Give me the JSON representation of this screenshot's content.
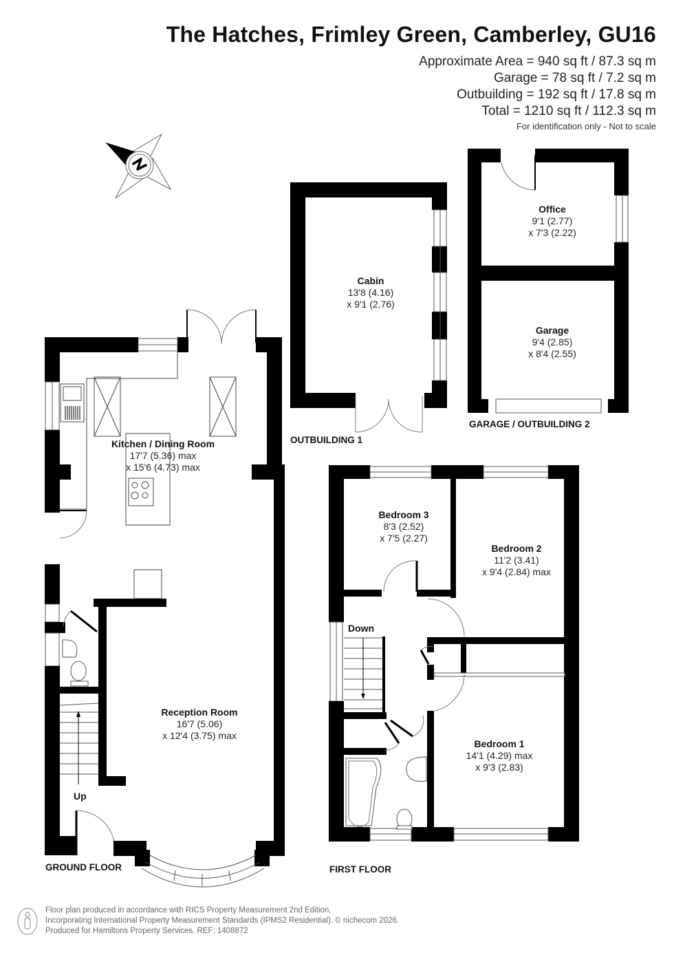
{
  "header": {
    "title": "The Hatches, Frimley Green, Camberley, GU16",
    "areas": [
      "Approximate Area = 940 sq ft / 87.3 sq m",
      "Garage = 78 sq ft / 7.2 sq m",
      "Outbuilding = 192 sq ft / 17.8 sq m",
      "Total = 1210 sq ft / 112.3 sq m"
    ],
    "disclaimer": "For identification only - Not to scale"
  },
  "compass": {
    "icon": "north-compass-icon",
    "letter": "N"
  },
  "rooms": {
    "cabin": {
      "name": "Cabin",
      "dim1": "13'8 (4.16)",
      "dim2": "x 9'1 (2.76)"
    },
    "office": {
      "name": "Office",
      "dim1": "9'1 (2.77)",
      "dim2": "x 7'3 (2.22)"
    },
    "garage": {
      "name": "Garage",
      "dim1": "9'4 (2.85)",
      "dim2": "x 8'4 (2.55)"
    },
    "kitchen": {
      "name": "Kitchen / Dining Room",
      "dim1": "17'7 (5.36) max",
      "dim2": "x 15'6 (4.73) max"
    },
    "reception": {
      "name": "Reception Room",
      "dim1": "16'7 (5.06)",
      "dim2": "x 12'4 (3.75) max"
    },
    "bedroom3": {
      "name": "Bedroom 3",
      "dim1": "8'3 (2.52)",
      "dim2": "x 7'5 (2.27)"
    },
    "bedroom2": {
      "name": "Bedroom 2",
      "dim1": "11'2 (3.41)",
      "dim2": "x 9'4 (2.84) max"
    },
    "bedroom1": {
      "name": "Bedroom 1",
      "dim1": "14'1 (4.29) max",
      "dim2": "x 9'3 (2.83)"
    }
  },
  "stairs": {
    "up": "Up",
    "down": "Down"
  },
  "floors": {
    "outbuilding1": "OUTBUILDING 1",
    "garage_outbuilding2": "GARAGE / OUTBUILDING 2",
    "ground": "GROUND FLOOR",
    "first": "FIRST FLOOR"
  },
  "footer": {
    "line1": "Floor plan produced in accordance with RICS Property Measurement 2nd Edition,",
    "line2": "Incorporating International Property Measurement Standards (IPMS2 Residential).   © nichecom 2026.",
    "line3": "Produced for Hamiltons Property Services.   REF:  1408872"
  },
  "colors": {
    "wall": "#000000",
    "line": "#555555",
    "text": "#222222"
  }
}
